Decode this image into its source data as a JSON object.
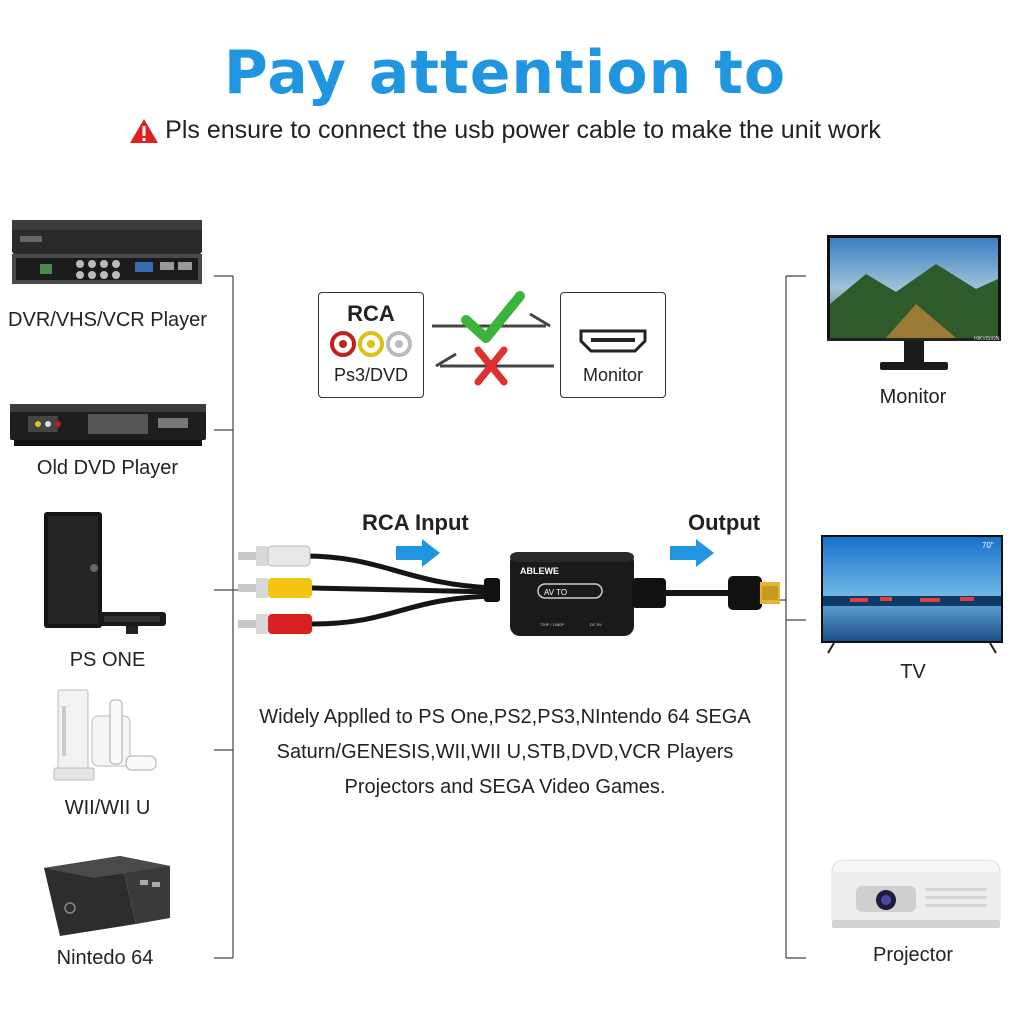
{
  "title": "Pay attention to",
  "warning": "Pls ensure to connect the usb power cable to make the unit work",
  "inputs": [
    {
      "label": "DVR/VHS/VCR Player"
    },
    {
      "label": "Old DVD Player"
    },
    {
      "label": "PS ONE"
    },
    {
      "label": "WII/WII U"
    },
    {
      "label": "Nintedo 64"
    }
  ],
  "outputs": [
    {
      "label": "Monitor"
    },
    {
      "label": "TV"
    },
    {
      "label": "Projector"
    }
  ],
  "direction": {
    "rca_title": "RCA",
    "rca_sub": "Ps3/DVD",
    "monitor": "Monitor"
  },
  "adapter": {
    "input_label": "RCA Input",
    "output_label": "Output",
    "brand": "ABLEWE",
    "model": "AV TO",
    "res_label": "720P / 1080P",
    "dc_label": "DC 5V"
  },
  "tv_size": "70\"",
  "monitor_brand": "HIKVISION",
  "description": [
    "Widely Applled to PS One,PS2,PS3,NIntendo 64 SEGA",
    "Saturn/GENESIS,WII,WII U,STB,DVD,VCR Players",
    "Projectors and SEGA Video Games."
  ],
  "colors": {
    "title": "#2196e0",
    "check": "#3cb43c",
    "cross": "#e03030",
    "arrow_blue": "#2196e0"
  }
}
